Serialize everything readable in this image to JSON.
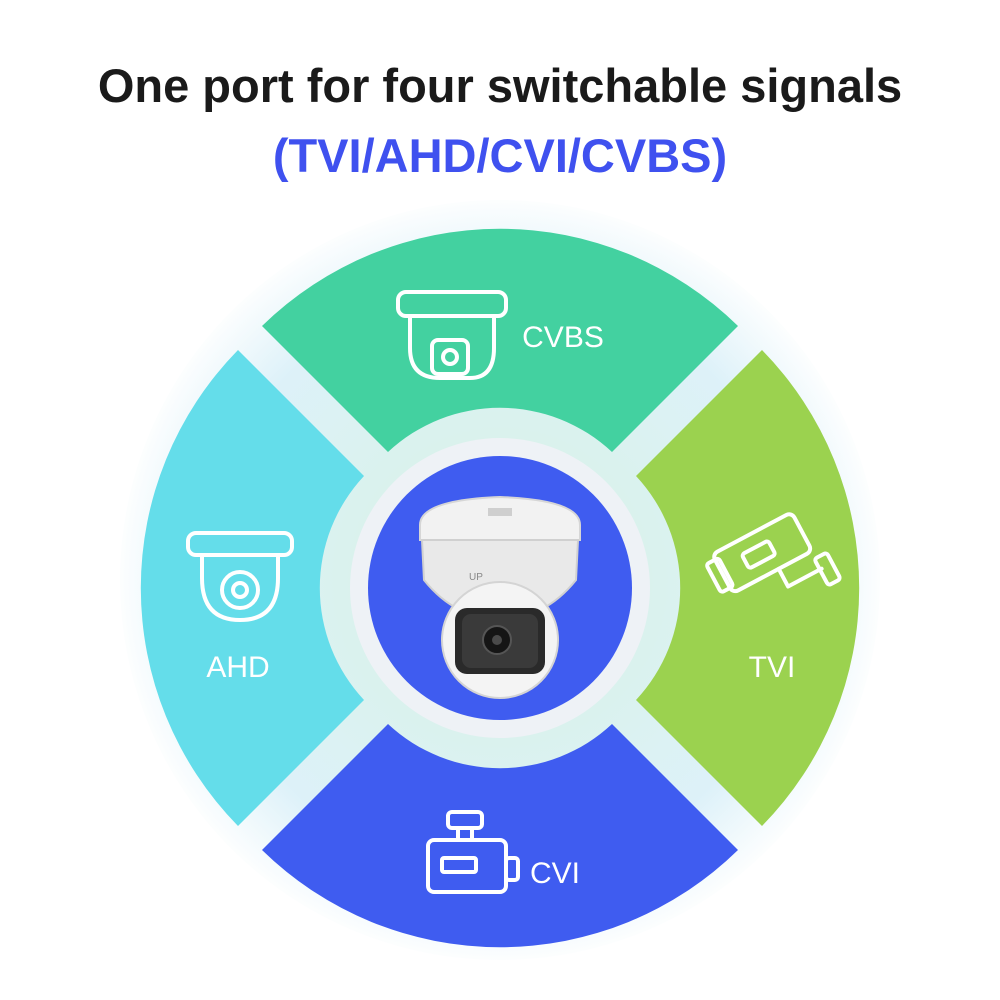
{
  "title": {
    "line1": "One port for four switchable signals",
    "line2": "(TVI/AHD/CVI/CVBS)"
  },
  "segments": [
    {
      "label": "CVBS",
      "color": "#43d1a0",
      "icon": "dome-camera-icon"
    },
    {
      "label": "TVI",
      "color": "#9bd24f",
      "icon": "bullet-camera-icon"
    },
    {
      "label": "CVI",
      "color": "#3f5cf0",
      "icon": "box-camera-icon"
    },
    {
      "label": "AHD",
      "color": "#64ddea",
      "icon": "turret-camera-icon"
    }
  ],
  "center": {
    "color": "#3f5cf0",
    "image": "turret-camera-photo"
  },
  "colors": {
    "title": "#1a1a1a",
    "accent": "#3f51ef"
  }
}
